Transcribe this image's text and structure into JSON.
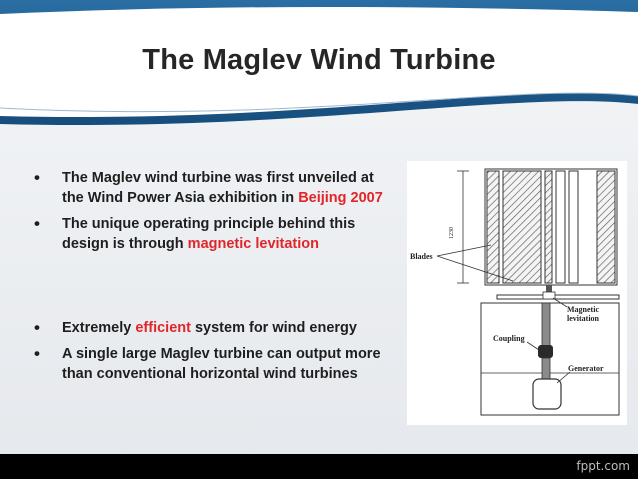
{
  "title": "The Maglev Wind Turbine",
  "bullets": [
    {
      "parts": [
        "The Maglev wind turbine was first unveiled at the Wind Power Asia exhibition in ",
        "Beijing 2007",
        ""
      ]
    },
    {
      "parts": [
        "The unique operating principle behind this design is through ",
        "magnetic levitation",
        ""
      ]
    },
    {
      "parts": [
        "Extremely ",
        "efficient",
        " system for wind energy"
      ]
    },
    {
      "parts": [
        "A single large Maglev turbine can output more than conventional horizontal wind turbines",
        "",
        ""
      ]
    }
  ],
  "diagram": {
    "labels": {
      "blades": "Blades",
      "magnetic": "Magnetic",
      "levitation": "levitation",
      "coupling": "Coupling",
      "generator": "Generator",
      "dimension": "1230"
    }
  },
  "footer": {
    "text": "fppt.com"
  },
  "colors": {
    "highlight": "#e0262a",
    "header_blue": "#1e5f92",
    "footer": "#000000"
  }
}
